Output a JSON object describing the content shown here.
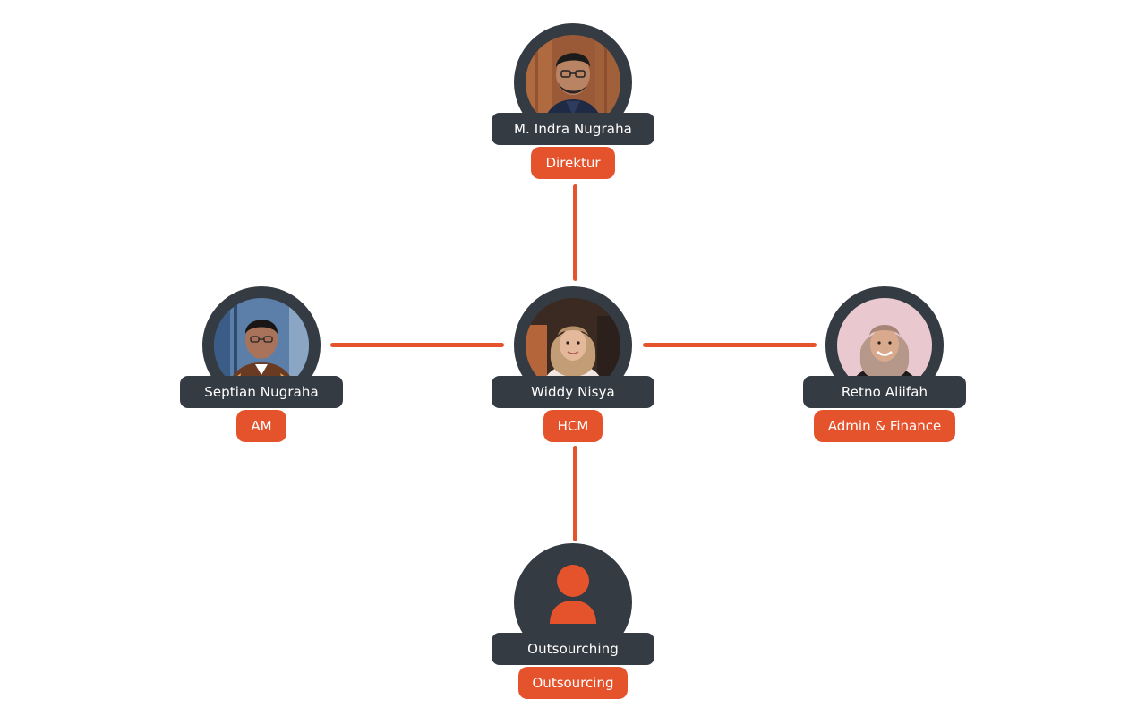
{
  "people": {
    "top": {
      "name": "M. Indra Nugraha",
      "role": "Direktur"
    },
    "left": {
      "name": "Septian Nugraha",
      "role": "AM"
    },
    "center": {
      "name": "Widdy Nisya",
      "role": "HCM"
    },
    "right": {
      "name": "Retno Aliifah",
      "role": "Admin & Finance"
    },
    "bottom": {
      "name": "Outsourching",
      "role": "Outsourcing"
    }
  },
  "colors": {
    "accent": "#e5532d",
    "dark": "#353b42",
    "background": "#ffffff"
  },
  "icons": {
    "placeholder": "user-silhouette-icon"
  }
}
